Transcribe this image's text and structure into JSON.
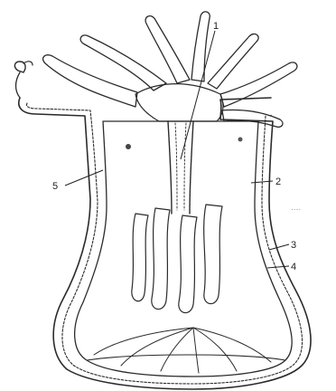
{
  "figure": {
    "kind": "sea-anemone-polyp-longitudinal-section",
    "labels": [
      {
        "id": "label-1",
        "text": "1"
      },
      {
        "id": "label-2",
        "text": "2"
      },
      {
        "id": "label-3",
        "text": "3"
      },
      {
        "id": "label-4",
        "text": "4"
      },
      {
        "id": "label-5",
        "text": "5"
      }
    ],
    "colors": {
      "background": "#ffffff",
      "ink": "#2b2b2b",
      "stipple": "#7a7a7a",
      "body_fill": "#f5f5f3",
      "inner_fill": "#fafaf8"
    }
  }
}
